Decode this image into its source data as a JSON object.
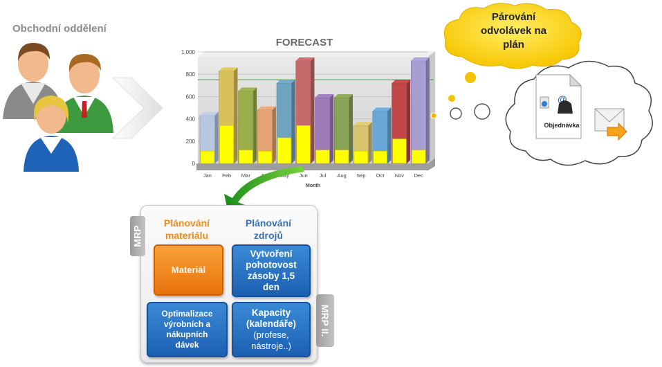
{
  "department": {
    "title": "Obchodní oddělení"
  },
  "chart_data": {
    "type": "bar",
    "title": "FORECAST",
    "xlabel": "Month",
    "ylabel": "",
    "ylim": [
      0,
      1000
    ],
    "yticks": [
      "0",
      "200",
      "400",
      "600",
      "800",
      "1,000"
    ],
    "categories": [
      "Jan",
      "Feb",
      "Mar",
      "Apr",
      "May",
      "Jun",
      "Jul",
      "Aug",
      "Sep",
      "Oct",
      "Nov",
      "Dec"
    ],
    "series": [
      {
        "values": [
          430,
          830,
          650,
          480,
          720,
          920,
          590,
          590,
          340,
          470,
          720,
          920
        ]
      },
      {
        "values": [
          110,
          340,
          120,
          110,
          230,
          340,
          120,
          120,
          110,
          110,
          220,
          120
        ]
      }
    ],
    "reference_line": 750,
    "colors": [
      "#b9c6e0",
      "#d9c15a",
      "#9aae4a",
      "#e3a472",
      "#6fa3bf",
      "#c56a6a",
      "#9d7bb8",
      "#8aa457",
      "#d6c36e",
      "#6aa7d6",
      "#c0464a",
      "#a99ed1"
    ],
    "overlay_color": "#ffff00"
  },
  "cloud": {
    "lines": [
      "Párování",
      "odvolávek na",
      "plán"
    ]
  },
  "document": {
    "label": "Objednávka"
  },
  "mrp": {
    "tab_left": "MRP",
    "tab_right": "MRP II.",
    "col1_header": [
      "Plánování",
      "materiálu"
    ],
    "col2_header": [
      "Plánování",
      "zdrojů"
    ],
    "material": "Materiál",
    "pohotovost": [
      "Vytvoření",
      "pohotovost",
      "zásoby 1,5",
      "den"
    ],
    "optimalizace": [
      "Optimalizace",
      "výrobních a",
      "nákupních",
      "dávek"
    ],
    "kapacity": [
      "Kapacity",
      "(kalendáře)"
    ],
    "kapacity_sub": [
      "(profese,",
      "nástroje..)"
    ]
  }
}
